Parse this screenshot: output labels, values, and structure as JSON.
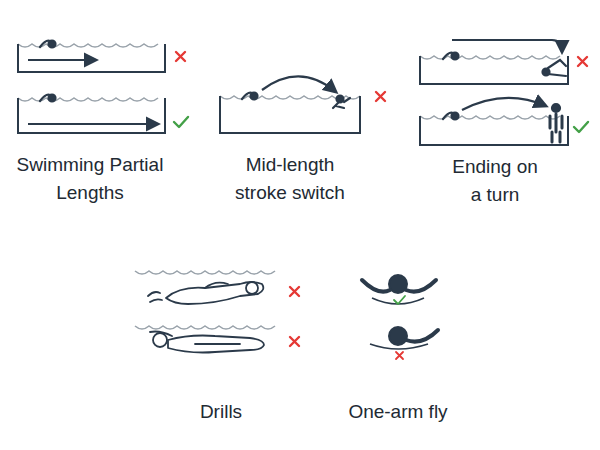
{
  "diagram": {
    "labels": [
      "Swimming Partial Lengths",
      "Mid-length stroke switch",
      "Ending on a turn",
      "Drills",
      "One-arm fly"
    ]
  }
}
